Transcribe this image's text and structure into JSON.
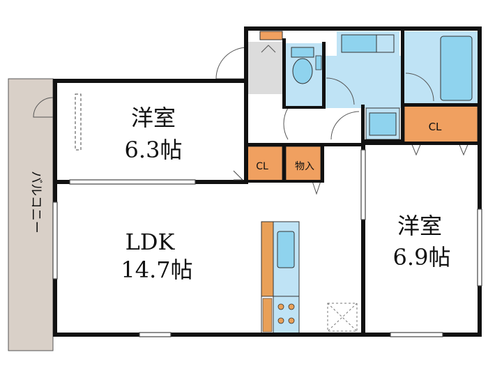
{
  "rooms": {
    "western_room_1": {
      "name": "洋室",
      "size": "6.3帖"
    },
    "western_room_2": {
      "name": "洋室",
      "size": "6.9帖"
    },
    "ldk": {
      "name": "LDK",
      "size": "14.7帖"
    },
    "balcony": {
      "name": "バルコニー"
    },
    "closet_1": {
      "name": "CL"
    },
    "closet_2": {
      "name": "CL"
    },
    "storage": {
      "name": "物入"
    }
  },
  "colors": {
    "wall": "#111111",
    "closet": "#f0a060",
    "bath_blue": "#bfe3f5",
    "fixture_blue": "#8fd3ee",
    "balcony": "#d9d0c8",
    "entrance_gray": "#dcdcdc",
    "kitchen_orange": "#e9a058"
  }
}
